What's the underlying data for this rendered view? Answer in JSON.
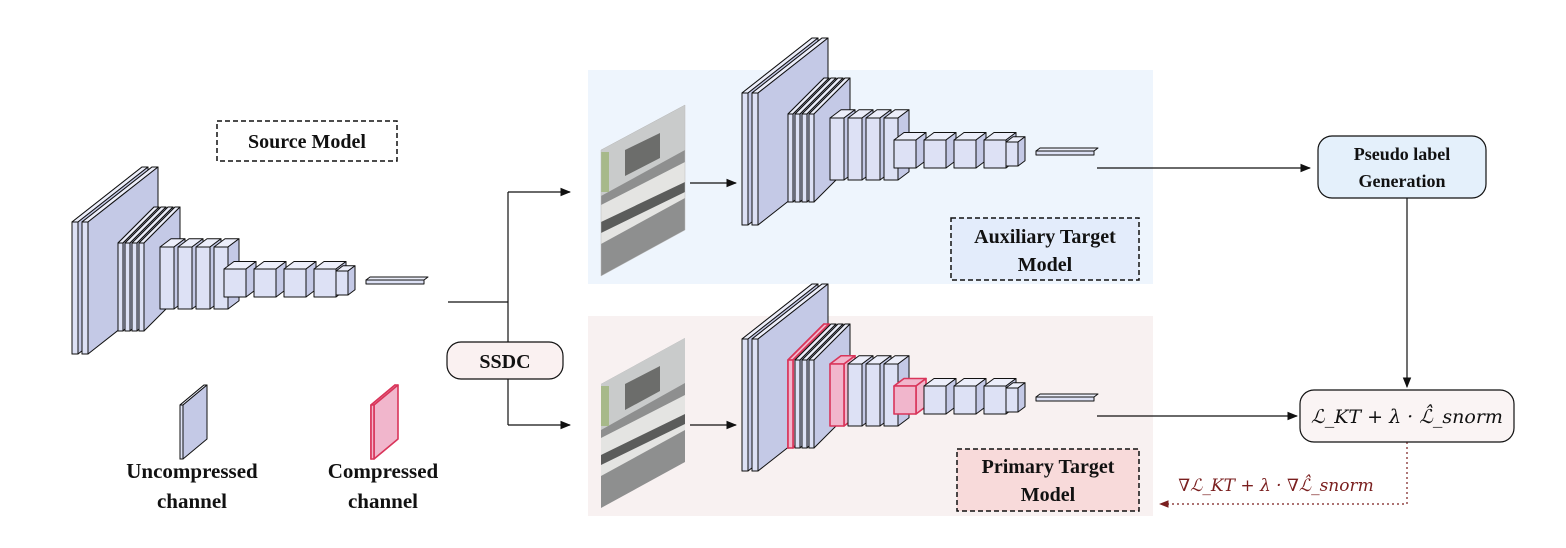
{
  "labels": {
    "source_model": "Source Model",
    "ssdc": "SSDC",
    "aux_model_line1": "Auxiliary Target",
    "aux_model_line2": "Model",
    "primary_model_line1": "Primary Target",
    "primary_model_line2": "Model",
    "pseudo_line1": "Pseudo label",
    "pseudo_line2": "Generation",
    "loss": "ℒ_KT + λ · ℒ̂_snorm",
    "gradient": "∇ℒ_KT + λ · ∇ℒ̂_snorm",
    "legend_uncompressed_line1": "Uncompressed",
    "legend_uncompressed_line2": "channel",
    "legend_compressed_line1": "Compressed",
    "legend_compressed_line2": "channel"
  },
  "colors": {
    "block_face": "#dde1f5",
    "block_top": "#eceefa",
    "block_side": "#c4c9e6",
    "compressed_face": "#f1b6cc",
    "compressed_edge": "#d9355a",
    "aux_bg": "#eef5fd",
    "primary_bg": "#f8f1f1",
    "aux_label_bg": "#e3ecfb",
    "primary_label_bg": "#f8dada",
    "pseudo_bg": "#e4f0fb",
    "ssdc_bg": "#faf1f1",
    "gradient_color": "#7a1f1f"
  }
}
